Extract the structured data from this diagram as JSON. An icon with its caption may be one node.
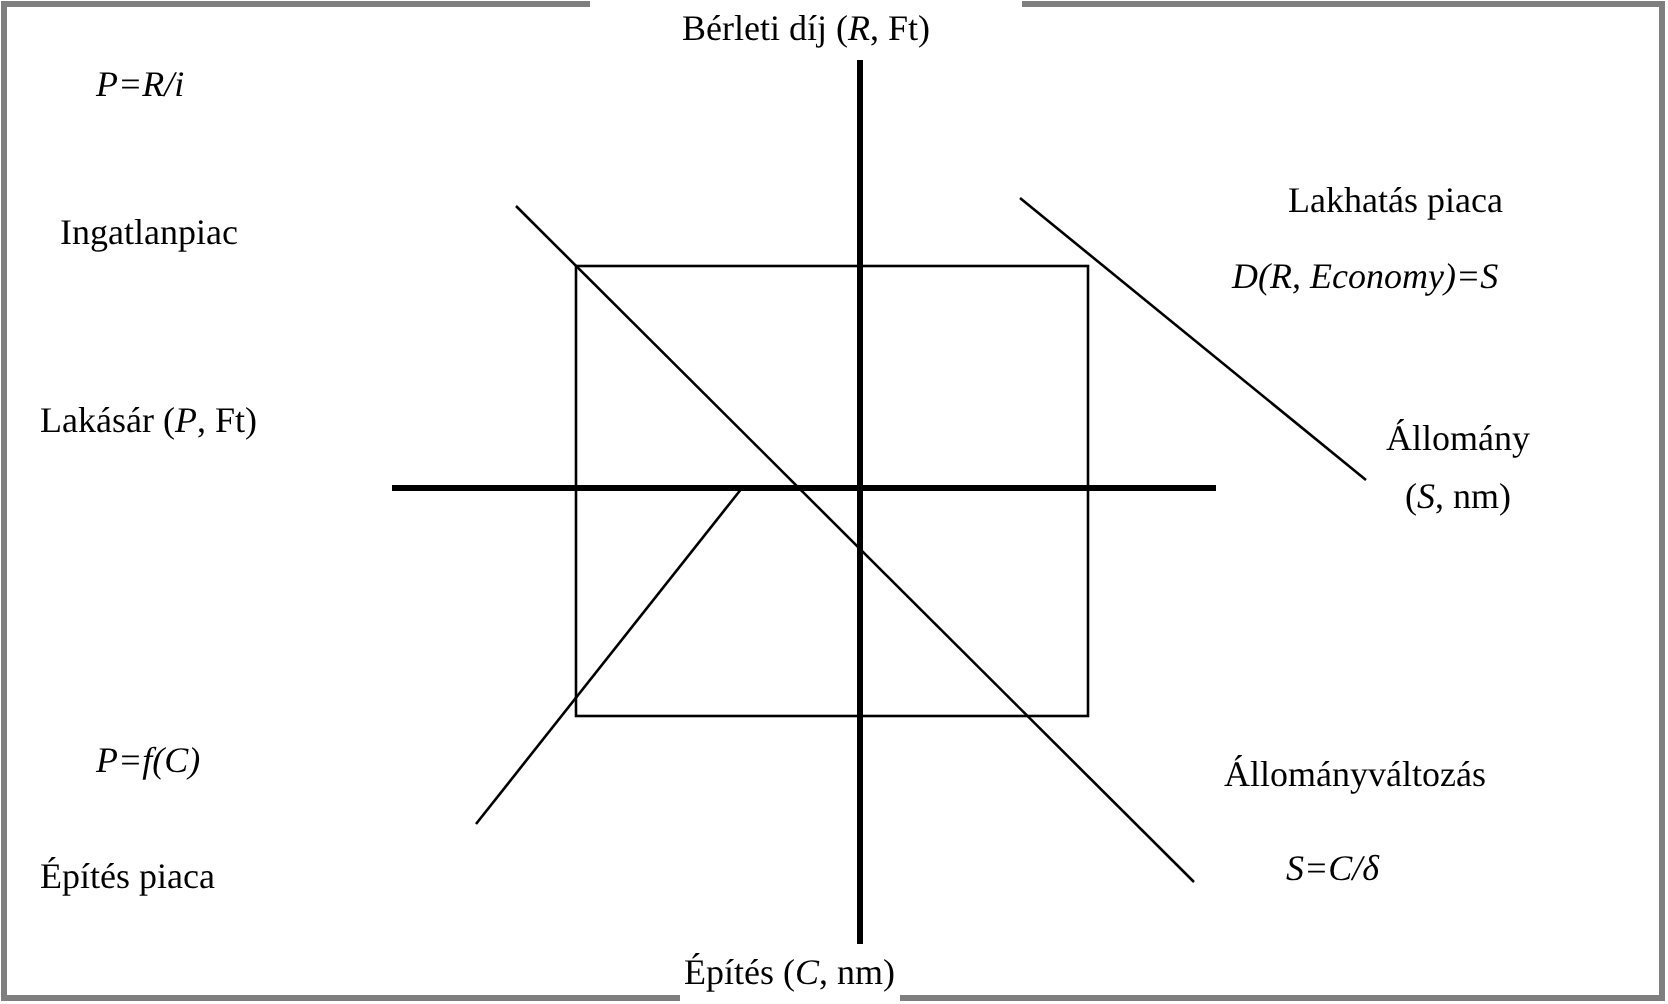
{
  "diagram": {
    "labels": [
      "Bérleti díj (*R*, Ft)",
      "P=R/i",
      "Lakhatás piaca",
      "Ingatlanpiac",
      "D(R, Economy)=S",
      "Lakásár (*P*, Ft)",
      "Állomány (*S*, nm)",
      "P=f(C)",
      "Állományváltozás",
      "S=C/δ",
      "Építés piaca",
      "Építés (*C*, nm)"
    ]
  }
}
